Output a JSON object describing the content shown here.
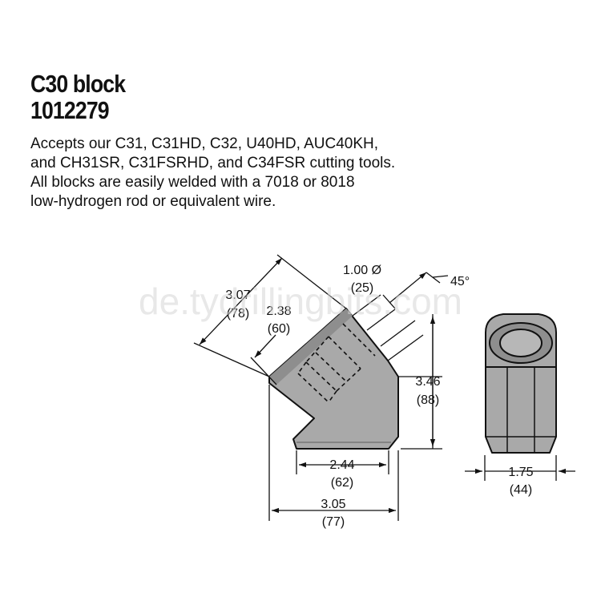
{
  "header": {
    "title_line1": "C30 block",
    "title_line2": "1012279"
  },
  "description": [
    "Accepts our C31, C31HD, C32, U40HD, AUC40KH,",
    "and CH31SR, C31FSRHD, and C34FSR cutting tools.",
    "All blocks are easily welded with a 7018 or 8018",
    "low-hydrogen rod or equivalent wire."
  ],
  "dimensions": {
    "overall_diag_in": "3.07",
    "overall_diag_mm": "(78)",
    "inner_diag_in": "2.38",
    "inner_diag_mm": "(60)",
    "bore_in": "1.00 Ø",
    "bore_mm": "(25)",
    "angle": "45°",
    "height_in": "3.46",
    "height_mm": "(88)",
    "base_in": "2.44",
    "base_mm": "(62)",
    "length_in": "3.05",
    "length_mm": "(77)",
    "width_in": "1.75",
    "width_mm": "(44)"
  },
  "watermark": "de.tydrillingbits.com",
  "colors": {
    "block_fill": "#a9a9a9",
    "block_shade": "#8e8e8e",
    "outline": "#111111"
  }
}
